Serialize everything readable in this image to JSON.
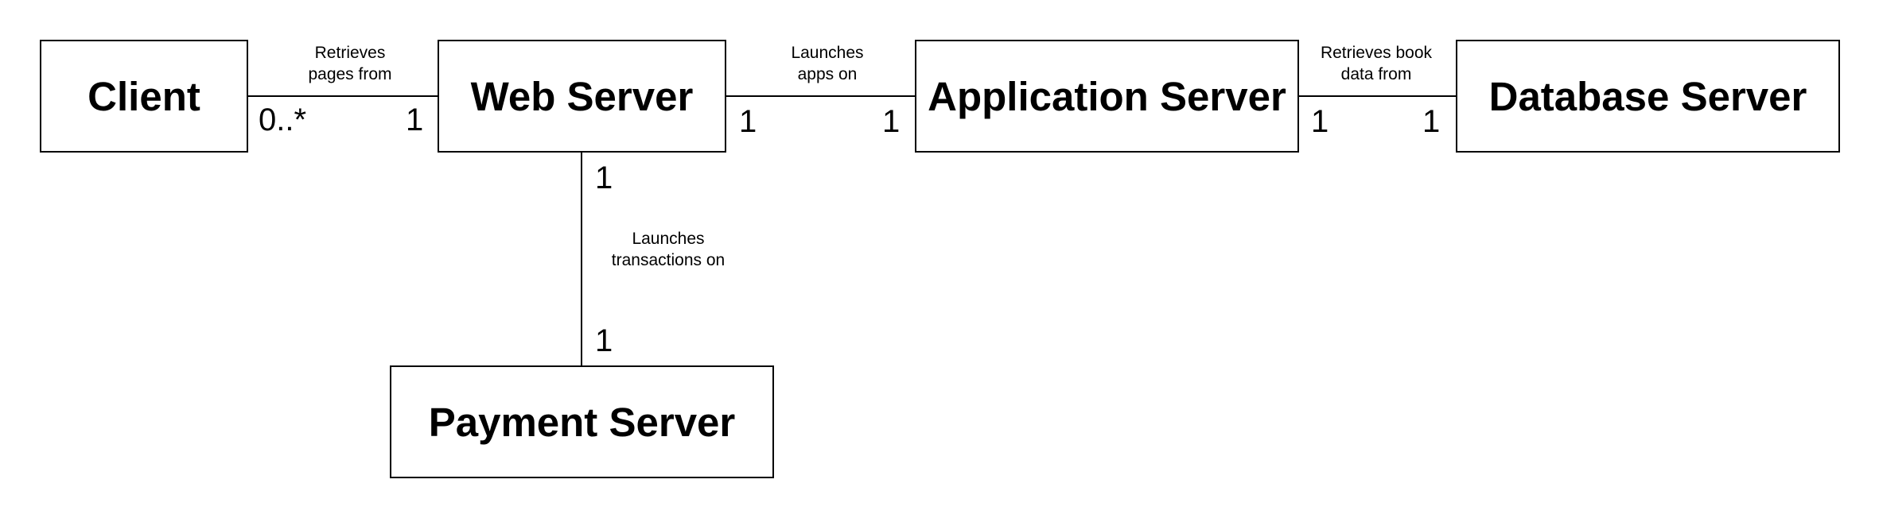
{
  "nodes": {
    "client": "Client",
    "web_server": "Web Server",
    "application_server": "Application Server",
    "database_server": "Database Server",
    "payment_server": "Payment Server"
  },
  "edges": {
    "client_web": {
      "label_line1": "Retrieves",
      "label_line2": "pages from",
      "mult_source": "0..*",
      "mult_target": "1"
    },
    "web_app": {
      "label_line1": "Launches",
      "label_line2": "apps on",
      "mult_source": "1",
      "mult_target": "1"
    },
    "app_db": {
      "label_line1": "Retrieves book",
      "label_line2": "data from",
      "mult_source": "1",
      "mult_target": "1"
    },
    "web_payment": {
      "label_line1": "Launches",
      "label_line2": "transactions on",
      "mult_source": "1",
      "mult_target": "1"
    }
  }
}
